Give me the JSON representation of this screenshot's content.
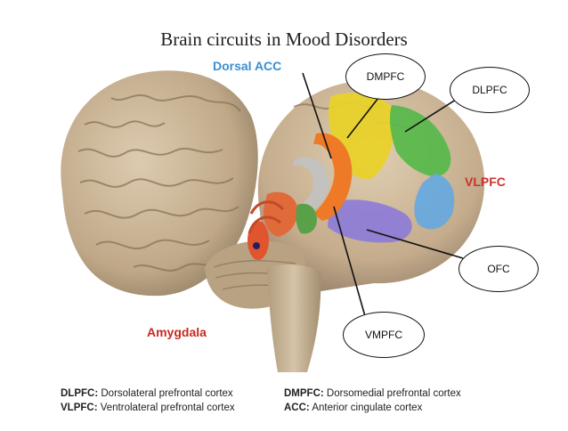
{
  "title": "Brain circuits in Mood Disorders",
  "regions": {
    "dorsal_acc": "Dorsal ACC",
    "vlpfc": "VLPFC",
    "amygdala": "Amygdala"
  },
  "callouts": {
    "dmpfc": "DMPFC",
    "dlpfc": "DLPFC",
    "ofc": "OFC",
    "vmpfc": "VMPFC"
  },
  "legend": {
    "dlpfc_abbr": "DLPFC:",
    "dlpfc_text": "Dorsolateral prefrontal cortex",
    "vlpfc_abbr": "VLPFC:",
    "vlpfc_text": "Ventrolateral prefrontal cortex",
    "dmpfc_abbr": "DMPFC:",
    "dmpfc_text": "Dorsomedial prefrontal cortex",
    "acc_abbr": "ACC:",
    "acc_text": "Anterior cingulate cortex"
  },
  "colors": {
    "dorsal_acc_label": "#3a8fd0",
    "vlpfc_label": "#d0302a",
    "amygdala_label": "#c8281f",
    "brain_tan": "#c9b496",
    "acc_orange": "#ee7a28",
    "dmpfc_yellow": "#e8d22a",
    "dlpfc_green": "#56b84a",
    "vlpfc_blue": "#66a8e0",
    "ofc_purple": "#8c7ad8",
    "amygdala_red": "#e06a3a"
  }
}
